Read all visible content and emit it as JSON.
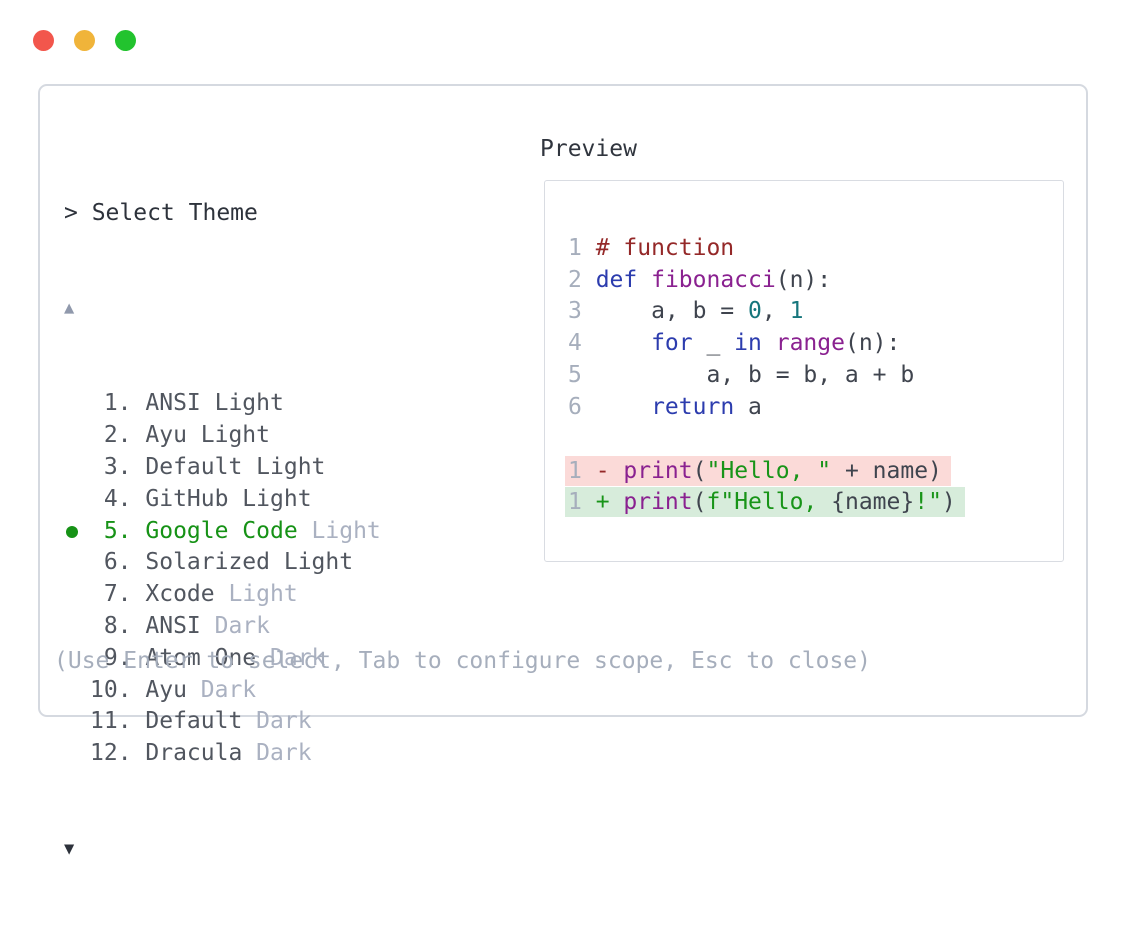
{
  "window": {
    "traffic_lights": [
      {
        "name": "close-button",
        "color": "#f2564c"
      },
      {
        "name": "minimize-button",
        "color": "#f0b43a"
      },
      {
        "name": "maximize-button",
        "color": "#22c32e"
      }
    ]
  },
  "selector": {
    "prompt": "> Select Theme",
    "scroll_up_indicator": "▲",
    "scroll_down_indicator": "▼",
    "selected_dot_color": "#169216",
    "items": [
      {
        "number": "1.",
        "name": "ANSI Light",
        "variant": "",
        "selected": false
      },
      {
        "number": "2.",
        "name": "Ayu Light",
        "variant": "",
        "selected": false
      },
      {
        "number": "3.",
        "name": "Default Light",
        "variant": "",
        "selected": false
      },
      {
        "number": "4.",
        "name": "GitHub Light",
        "variant": "",
        "selected": false
      },
      {
        "number": "5.",
        "name": "Google Code",
        "variant": "Light",
        "selected": true
      },
      {
        "number": "6.",
        "name": "Solarized Light",
        "variant": "",
        "selected": false
      },
      {
        "number": "7.",
        "name": "Xcode",
        "variant": "Light",
        "selected": false
      },
      {
        "number": "8.",
        "name": "ANSI",
        "variant": "Dark",
        "selected": false
      },
      {
        "number": "9.",
        "name": "Atom One",
        "variant": "Dark",
        "selected": false
      },
      {
        "number": "10.",
        "name": "Ayu",
        "variant": "Dark",
        "selected": false
      },
      {
        "number": "11.",
        "name": "Default",
        "variant": "Dark",
        "selected": false
      },
      {
        "number": "12.",
        "name": "Dracula",
        "variant": "Dark",
        "selected": false
      }
    ],
    "help": "(Use Enter to select, Tab to configure scope, Esc to close)"
  },
  "preview": {
    "label": "Preview",
    "colors": {
      "pln": "#3f444e",
      "com": "#942828",
      "kwd": "#2c3cae",
      "typ": "#8a2190",
      "lit": "#16767c",
      "str": "#189418"
    },
    "diff_bg": {
      "removed": "#fbdad8",
      "added": "#d7ecdb"
    },
    "code_lines": [
      {
        "num": "1",
        "diff": "",
        "tokens": [
          {
            "t": "# function",
            "c": "com"
          }
        ]
      },
      {
        "num": "2",
        "diff": "",
        "tokens": [
          {
            "t": "def",
            "c": "kwd"
          },
          {
            "t": " ",
            "c": "pln"
          },
          {
            "t": "fibonacci",
            "c": "typ"
          },
          {
            "t": "(n):",
            "c": "pln"
          }
        ]
      },
      {
        "num": "3",
        "diff": "",
        "tokens": [
          {
            "t": "    a, b = ",
            "c": "pln"
          },
          {
            "t": "0",
            "c": "lit"
          },
          {
            "t": ", ",
            "c": "pln"
          },
          {
            "t": "1",
            "c": "lit"
          }
        ]
      },
      {
        "num": "4",
        "diff": "",
        "tokens": [
          {
            "t": "    ",
            "c": "pln"
          },
          {
            "t": "for",
            "c": "kwd"
          },
          {
            "t": " _ ",
            "c": "pln"
          },
          {
            "t": "in",
            "c": "kwd"
          },
          {
            "t": " ",
            "c": "pln"
          },
          {
            "t": "range",
            "c": "typ"
          },
          {
            "t": "(n):",
            "c": "pln"
          }
        ]
      },
      {
        "num": "5",
        "diff": "",
        "tokens": [
          {
            "t": "        a, b = b, a + b",
            "c": "pln"
          }
        ]
      },
      {
        "num": "6",
        "diff": "",
        "tokens": [
          {
            "t": "    ",
            "c": "pln"
          },
          {
            "t": "return",
            "c": "kwd"
          },
          {
            "t": " a",
            "c": "pln"
          }
        ]
      },
      {
        "num": "",
        "diff": "",
        "tokens": []
      },
      {
        "num": "1",
        "diff": "removed",
        "tokens": [
          {
            "t": "- ",
            "c": "com"
          },
          {
            "t": "print",
            "c": "typ"
          },
          {
            "t": "(",
            "c": "pln"
          },
          {
            "t": "\"Hello, \"",
            "c": "str"
          },
          {
            "t": " + name)",
            "c": "pln"
          }
        ]
      },
      {
        "num": "1",
        "diff": "added",
        "tokens": [
          {
            "t": "+ ",
            "c": "str"
          },
          {
            "t": "print",
            "c": "typ"
          },
          {
            "t": "(",
            "c": "pln"
          },
          {
            "t": "f\"Hello, ",
            "c": "str"
          },
          {
            "t": "{name}",
            "c": "pln"
          },
          {
            "t": "!\"",
            "c": "str"
          },
          {
            "t": ")",
            "c": "pln"
          }
        ]
      }
    ]
  }
}
